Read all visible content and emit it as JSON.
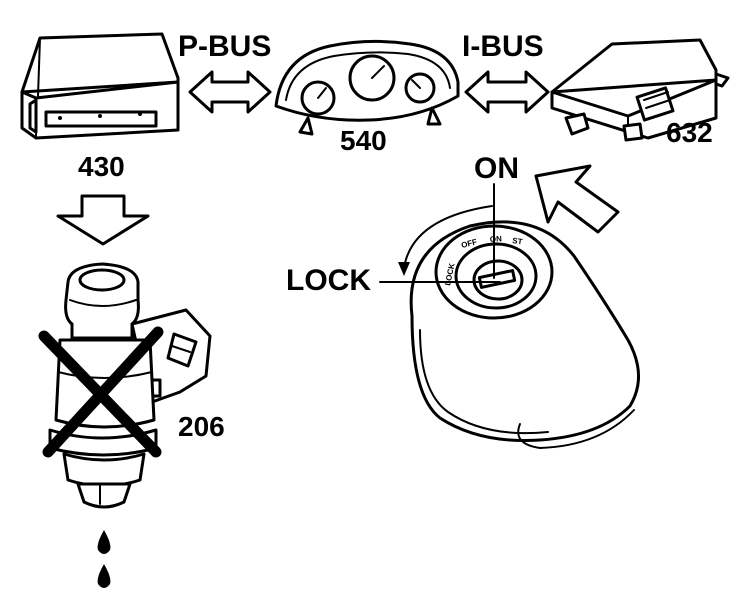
{
  "labels": {
    "p_bus": "P-BUS",
    "i_bus": "I-BUS",
    "ecu_number": "430",
    "cluster_number": "540",
    "module_number": "632",
    "injector_number": "206",
    "on": "ON",
    "lock": "LOCK",
    "switch_positions": [
      "LOCK",
      "OFF",
      "ON",
      "ST"
    ]
  },
  "icons": {
    "ecu": "engine-control-unit-icon",
    "cluster": "instrument-cluster-icon",
    "module": "control-module-icon",
    "injector": "fuel-injector-icon",
    "ignition": "ignition-switch-icon"
  },
  "colors": {
    "ink": "#000000",
    "paper": "#ffffff"
  }
}
